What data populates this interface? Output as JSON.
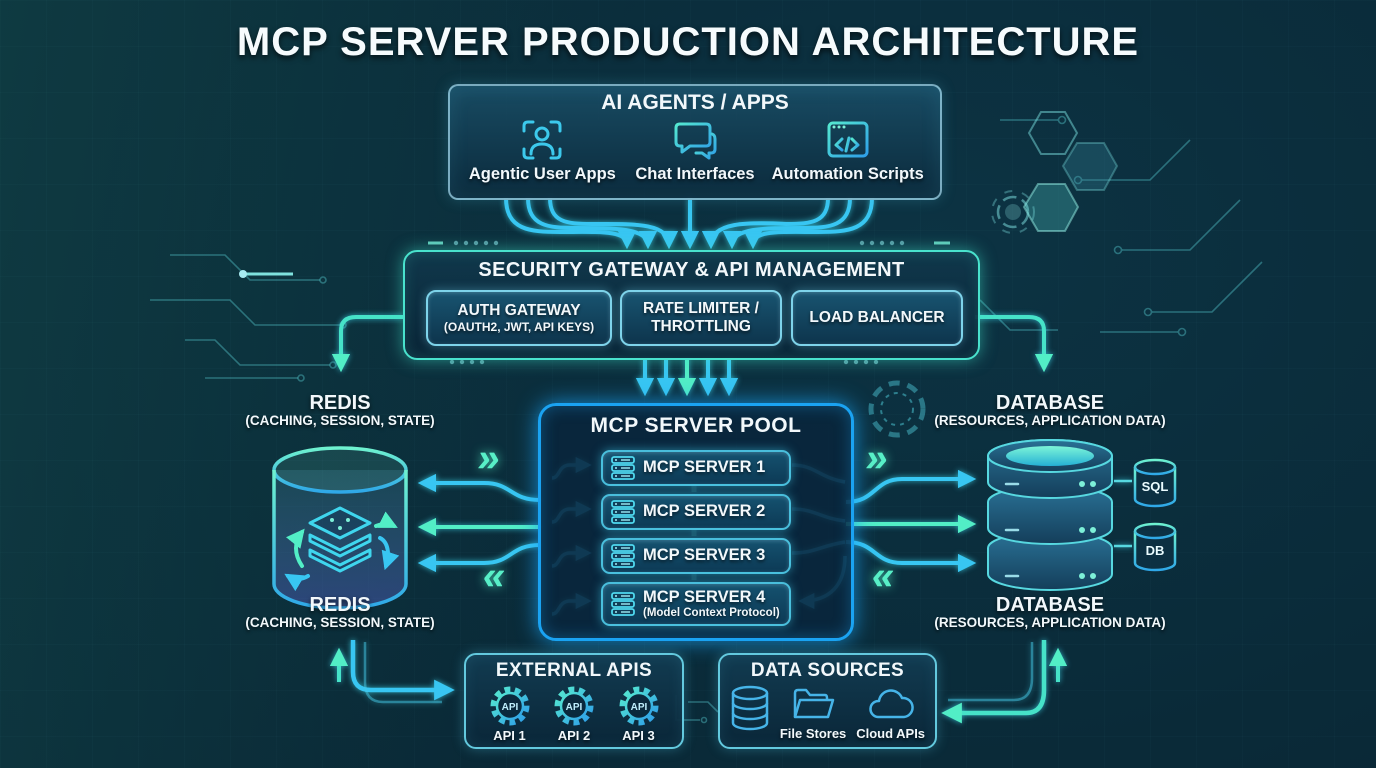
{
  "title": "MCP SERVER PRODUCTION ARCHITECTURE",
  "ai_agents": {
    "title": "AI AGENTS / APPS",
    "items": [
      {
        "label": "Agentic User Apps",
        "icon": "user-scan-icon"
      },
      {
        "label": "Chat Interfaces",
        "icon": "chat-bubbles-icon"
      },
      {
        "label": "Automation Scripts",
        "icon": "code-window-icon"
      }
    ]
  },
  "security_gateway": {
    "title": "SECURITY GATEWAY & API MANAGEMENT",
    "components": [
      {
        "line1": "AUTH GATEWAY",
        "line2": "(OAUTH2, JWT, API KEYS)"
      },
      {
        "line1": "RATE LIMITER /",
        "line2": "THROTTLING"
      },
      {
        "line1": "LOAD BALANCER",
        "line2": ""
      }
    ]
  },
  "mcp_pool": {
    "title": "MCP SERVER POOL",
    "servers": [
      {
        "label": "MCP SERVER 1",
        "sublabel": ""
      },
      {
        "label": "MCP SERVER 2",
        "sublabel": ""
      },
      {
        "label": "MCP SERVER 3",
        "sublabel": ""
      },
      {
        "label": "MCP SERVER 4",
        "sublabel": "(Model Context Protocol)"
      }
    ]
  },
  "redis": {
    "label_top": "REDIS",
    "caption_top": "(CACHING, SESSION, STATE)",
    "label_bottom": "REDIS",
    "caption_bottom": "(CACHING, SESSION, STATE)"
  },
  "database": {
    "label_top": "DATABASE",
    "caption_top": "(RESOURCES, APPLICATION DATA)",
    "label_bottom": "DATABASE",
    "caption_bottom": "(RESOURCES, APPLICATION DATA)",
    "satellites": [
      {
        "label": "SQL"
      },
      {
        "label": "DB"
      }
    ]
  },
  "external_apis": {
    "title": "EXTERNAL APIS",
    "gear_text": "API",
    "items": [
      {
        "label": "API 1"
      },
      {
        "label": "API 2"
      },
      {
        "label": "API 3"
      }
    ]
  },
  "data_sources": {
    "title": "DATA SOURCES",
    "items": [
      {
        "label": "File Stores"
      },
      {
        "label": "Cloud APIs"
      }
    ]
  },
  "symbols": {
    "chevron_right": "»",
    "chevron_left": "«"
  },
  "colors": {
    "cyan": "#38c6f2",
    "mint": "#52eec6",
    "pool_border": "#1aa3f2",
    "gateway_border": "#49e2cd",
    "background": "#0a2a38",
    "text": "#f2f8fb"
  }
}
